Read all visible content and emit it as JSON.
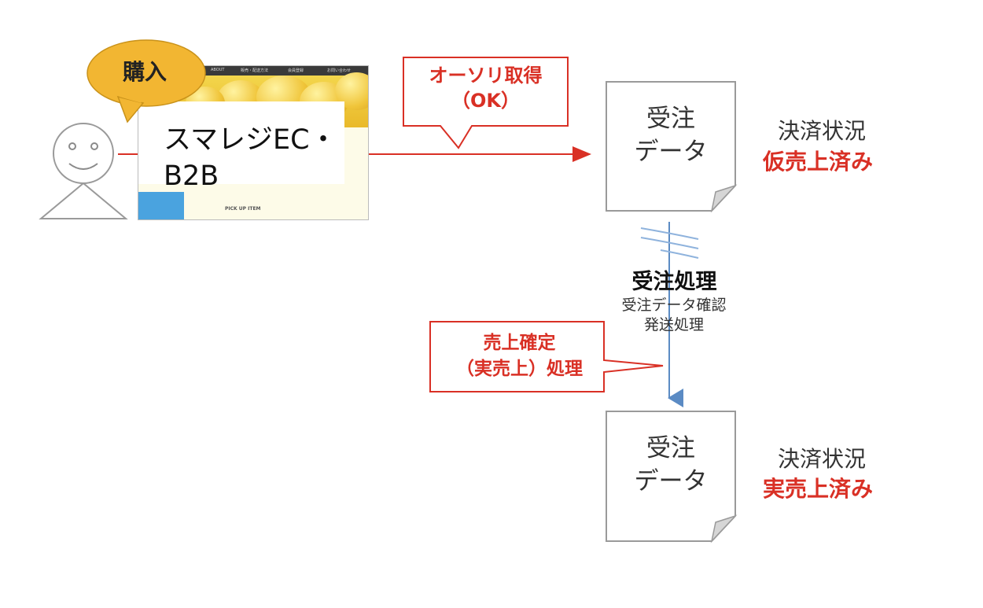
{
  "buyer": {
    "speech": "購入"
  },
  "storefront": {
    "title_line1": "スマレジEC・",
    "title_line2": "B2B",
    "nav": [
      "ABOUT",
      "販売・配送方法",
      "会員登録",
      "お問い合わせ"
    ],
    "pickup": "PICK UP ITEM"
  },
  "authorization": {
    "line1": "オーソリ取得",
    "line2": "（OK）"
  },
  "order_before": {
    "doc_line1": "受注",
    "doc_line2": "データ",
    "status_label": "決済状況",
    "status_value": "仮売上済み"
  },
  "order_processing": {
    "title": "受注処理",
    "step1": "受注データ確認",
    "step2": "発送処理"
  },
  "sales_confirm": {
    "line1": "売上確定",
    "line2": "（実売上）処理"
  },
  "order_after": {
    "doc_line1": "受注",
    "doc_line2": "データ",
    "status_label": "決済状況",
    "status_value": "実売上済み"
  },
  "colors": {
    "accent_red": "#d93025",
    "flow_blue": "#5b8bc4",
    "bubble_yellow": "#f2b632"
  }
}
